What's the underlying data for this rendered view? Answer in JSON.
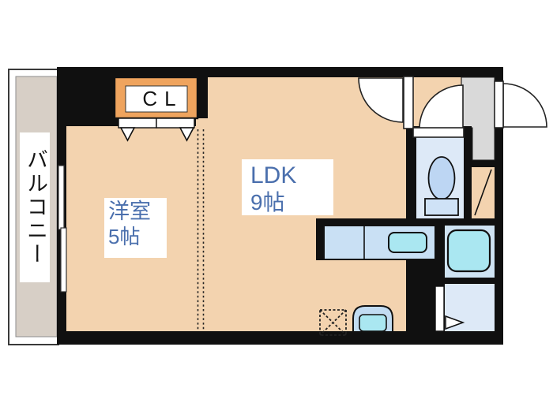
{
  "rooms": {
    "balcony": {
      "label": "バルコニー"
    },
    "western": {
      "name": "洋室",
      "size": "5帖"
    },
    "ldk": {
      "name": "LDK",
      "size": "9帖"
    },
    "closet": {
      "label": "CL"
    }
  },
  "fixtures": [
    "kitchen-counter",
    "kitchen-sink",
    "bathtub",
    "toilet",
    "washbasin",
    "refrigerator-space",
    "closet-doors",
    "entry-door",
    "interior-doors",
    "window",
    "room-divider-dashed-line"
  ],
  "colors": {
    "wall": "#101010",
    "room": "#f3d3af",
    "balcony": "#d7cfc6",
    "genkan": "#d9d9d9",
    "water": "#c9e0f4",
    "water_room": "#dde9f7",
    "bath_room": "#cfe3f3",
    "cyan": "#aae7f1",
    "toilet_blue": "#bdd6f3",
    "tank_blue": "#cfe2f6",
    "orange": "#efa45e",
    "text_blue": "#4a6fad",
    "text": "#141414"
  }
}
